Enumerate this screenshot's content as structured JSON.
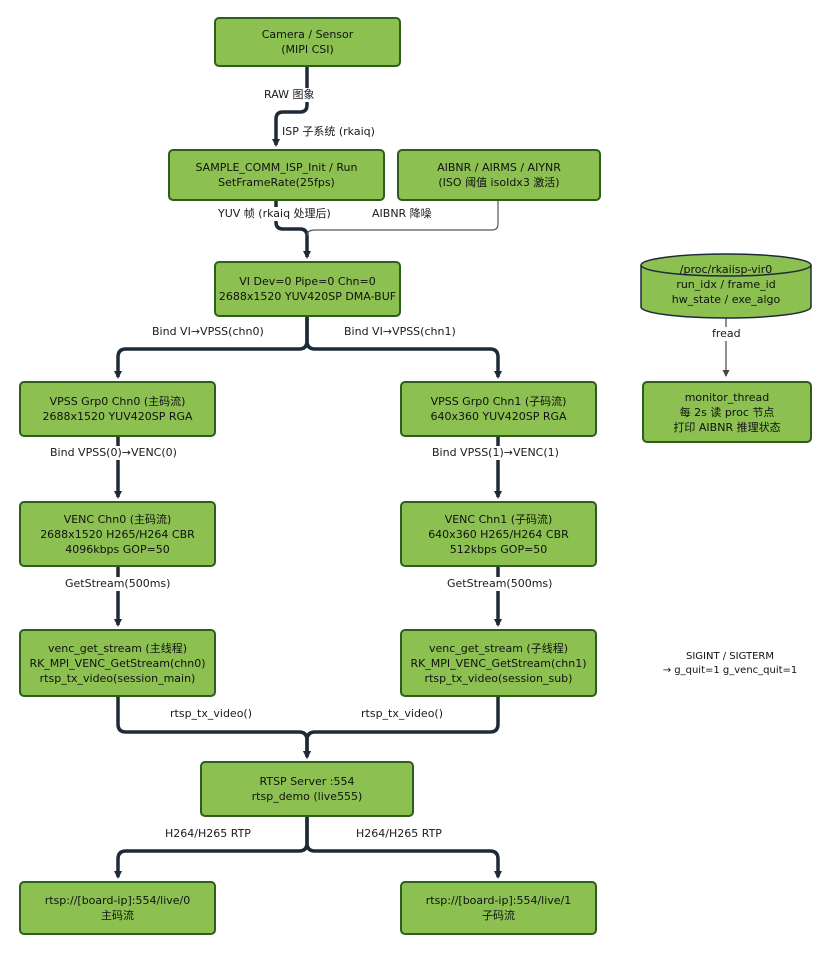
{
  "nodes": {
    "camera": [
      "Camera / Sensor",
      "(MIPI CSI)"
    ],
    "isp_init": [
      "SAMPLE_COMM_ISP_Init / Run",
      "SetFrameRate(25fps)"
    ],
    "aibnr": [
      "AIBNR / AIRMS / AIYNR",
      "(ISO 阈值 isoIdx3 激活)"
    ],
    "vi": [
      "VI Dev=0 Pipe=0 Chn=0",
      "2688x1520 YUV420SP DMA-BUF"
    ],
    "vpss0": [
      "VPSS Grp0 Chn0 (主码流)",
      "2688x1520 YUV420SP RGA"
    ],
    "vpss1": [
      "VPSS Grp0 Chn1 (子码流)",
      "640x360 YUV420SP RGA"
    ],
    "venc0": [
      "VENC Chn0 (主码流)",
      "2688x1520 H265/H264 CBR",
      "4096kbps GOP=50"
    ],
    "venc1": [
      "VENC Chn1 (子码流)",
      "640x360 H265/H264 CBR",
      "512kbps GOP=50"
    ],
    "getstream0": [
      "venc_get_stream (主线程)",
      "RK_MPI_VENC_GetStream(chn0)",
      "rtsp_tx_video(session_main)"
    ],
    "getstream1": [
      "venc_get_stream (子线程)",
      "RK_MPI_VENC_GetStream(chn1)",
      "rtsp_tx_video(session_sub)"
    ],
    "rtsp_server": [
      "RTSP Server :554",
      "rtsp_demo (live555)"
    ],
    "url0": [
      "rtsp://[board-ip]:554/live/0",
      "主码流"
    ],
    "url1": [
      "rtsp://[board-ip]:554/live/1",
      "子码流"
    ],
    "proc_file": [
      "/proc/rkaiisp-vir0",
      "run_idx / frame_id",
      "hw_state / exe_algo"
    ],
    "monitor": [
      "monitor_thread",
      "每 2s 读 proc 节点",
      "打印 AIBNR 推理状态"
    ]
  },
  "edge_labels": {
    "raw": "RAW 图象",
    "isp_sub": "ISP 子系统 (rkaiq)",
    "yuv": "YUV 帧 (rkaiq 处理后)",
    "aibnr_denoise": "AIBNR 降噪",
    "bind_vi0": "Bind VI→VPSS(chn0)",
    "bind_vi1": "Bind VI→VPSS(chn1)",
    "bind_vpss0": "Bind VPSS(0)→VENC(0)",
    "bind_vpss1": "Bind VPSS(1)→VENC(1)",
    "getstream_a": "GetStream(500ms)",
    "getstream_b": "GetStream(500ms)",
    "rtsp_tx_a": "rtsp_tx_video()",
    "rtsp_tx_b": "rtsp_tx_video()",
    "rtp_a": "H264/H265 RTP",
    "rtp_b": "H264/H265 RTP",
    "fread": "fread"
  },
  "signal_note": [
    "SIGINT / SIGTERM",
    "→ g_quit=1 g_venc_quit=1"
  ],
  "colors": {
    "node_fill": "#8cc152",
    "node_border": "#2e5e1e",
    "edge": "#1e2a38",
    "edge_light": "#444444"
  }
}
